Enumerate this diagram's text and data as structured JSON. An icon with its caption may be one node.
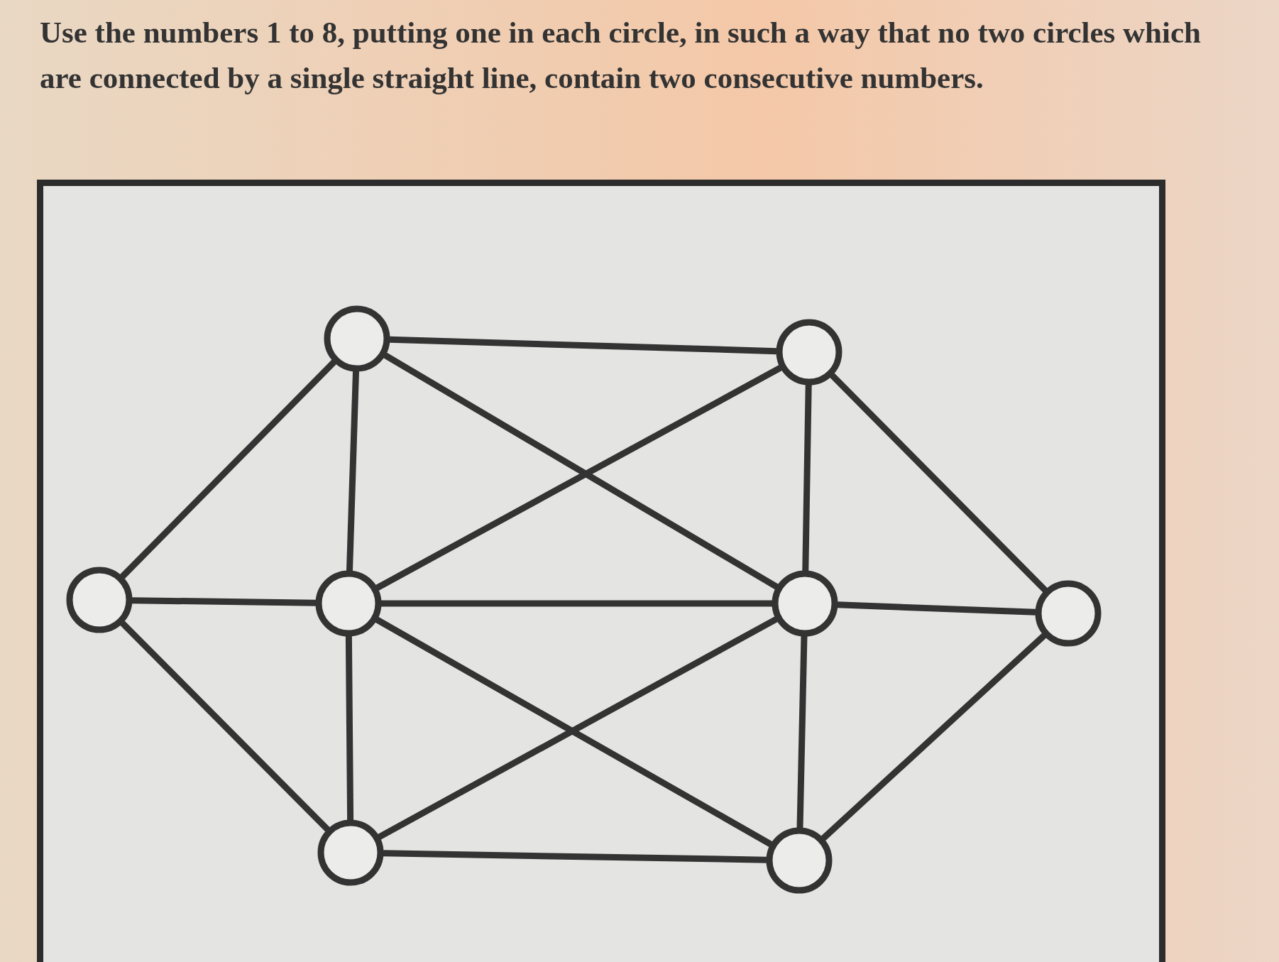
{
  "diagram": {
    "title": "Use the numbers 1 to 8, putting one in each circle, in such a way that no two circles which are connected by a single straight line, contain two consecutive numbers.",
    "nodes": [
      {
        "text": [],
        "shape": "circle"
      },
      {
        "text": [],
        "shape": "circle"
      },
      {
        "text": [],
        "shape": "circle"
      },
      {
        "text": [],
        "shape": "circle"
      },
      {
        "text": [],
        "shape": "circle"
      },
      {
        "text": [],
        "shape": "circle"
      },
      {
        "text": [],
        "shape": "circle"
      },
      {
        "text": [],
        "shape": "circle"
      }
    ],
    "edges": [
      {
        "from": 0,
        "to": 1,
        "arrow": "none"
      },
      {
        "from": 0,
        "to": 2,
        "arrow": "none"
      },
      {
        "from": 0,
        "to": 3,
        "arrow": "none"
      },
      {
        "from": 0,
        "to": 4,
        "arrow": "none"
      },
      {
        "from": 1,
        "to": 3,
        "arrow": "none"
      },
      {
        "from": 1,
        "to": 4,
        "arrow": "none"
      },
      {
        "from": 1,
        "to": 5,
        "arrow": "none"
      },
      {
        "from": 2,
        "to": 3,
        "arrow": "none"
      },
      {
        "from": 2,
        "to": 6,
        "arrow": "none"
      },
      {
        "from": 3,
        "to": 4,
        "arrow": "none"
      },
      {
        "from": 3,
        "to": 7,
        "arrow": "none"
      },
      {
        "from": 3,
        "to": 6,
        "arrow": "none"
      },
      {
        "from": 4,
        "to": 6,
        "arrow": "none"
      },
      {
        "from": 4,
        "to": 5,
        "arrow": "none"
      },
      {
        "from": 4,
        "to": 7,
        "arrow": "none"
      },
      {
        "from": 5,
        "to": 7,
        "arrow": "none"
      },
      {
        "from": 6,
        "to": 7,
        "arrow": "none"
      }
    ]
  }
}
